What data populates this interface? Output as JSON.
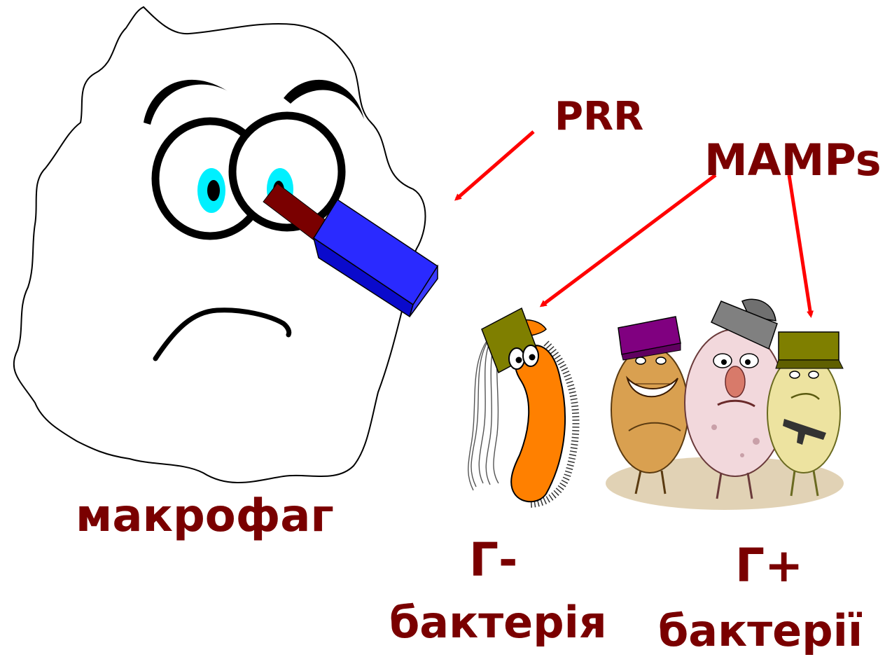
{
  "labels": {
    "prr": "PRR",
    "mamps": "MAMPs",
    "macrophage": "макрофаг",
    "gram_neg_sign": "Г-",
    "gram_neg_word": "бактерія",
    "gram_pos_sign": "Г+",
    "gram_pos_word": "бактерії"
  },
  "colors": {
    "label_text": "#7a0000",
    "arrow": "#ff0000",
    "macrophage_outline": "#000000",
    "eye_iris": "#00f0ff",
    "receptor_stalk": "#7a0000",
    "receptor_box": "#1010f0",
    "gram_neg_body": "#ff8000",
    "mamp_olive": "#7f7f00",
    "mamp_purple": "#800080",
    "mamp_gray": "#808080"
  },
  "icons": {
    "macrophage": "cartoon-cell-face",
    "receptor": "prr-receptor-block",
    "gram_negative": "rod-bacterium-cartoon",
    "gram_positive": "coccus-bacteria-cartoon-group"
  }
}
